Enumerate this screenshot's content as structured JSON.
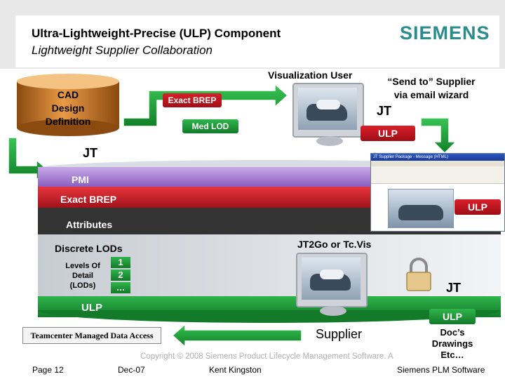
{
  "header": {
    "title": "Ultra-Lightweight-Precise (ULP) Component",
    "subtitle": "Lightweight Supplier Collaboration",
    "logo": "SIEMENS"
  },
  "cad": {
    "lines": [
      "CAD",
      "Design",
      "Definition"
    ]
  },
  "viz_user": {
    "label": "Visualization User"
  },
  "send_to": {
    "lines": [
      "“Send to” Supplier",
      "via email wizard"
    ]
  },
  "pills": {
    "exact_brep": "Exact BREP",
    "med_lod": "Med LOD",
    "ulp": "ULP"
  },
  "labels": {
    "jt_upper": "JT",
    "jt_stack_top": "JT",
    "jt_email": "JT",
    "jt_lock": "JT",
    "jt2go": "JT2Go or Tc.Vis",
    "supplier": "Supplier"
  },
  "stack": {
    "pmi": "PMI",
    "exact_brep": "Exact BREP",
    "ulp_right": "ULP",
    "attributes": "Attributes",
    "discrete_lods": "Discrete LODs",
    "levels_lines": [
      "Levels Of",
      "Detail",
      "(LODs)"
    ],
    "levels_values": [
      "1",
      "2",
      "…"
    ],
    "ulp_bottom": "ULP"
  },
  "ulp_lock": "ULP",
  "teamcenter": "Teamcenter Managed Data Access",
  "docs": {
    "lines": [
      "Doc’s",
      "Drawings",
      "Etc…"
    ]
  },
  "email": {
    "title": "JT Supplier Package - Message (HTML)"
  },
  "footer": {
    "copyright": "Copyright © 2008 Siemens Product Lifecycle Management Software. A",
    "page": "Page 12",
    "date": "Dec-07",
    "author": "Kent Kingston",
    "company": "Siemens PLM Software"
  },
  "colors": {
    "red": "#c4161f",
    "green": "#1c9a36",
    "stack_dark": "#2a2a2a",
    "logo": "#2a8c8c"
  }
}
